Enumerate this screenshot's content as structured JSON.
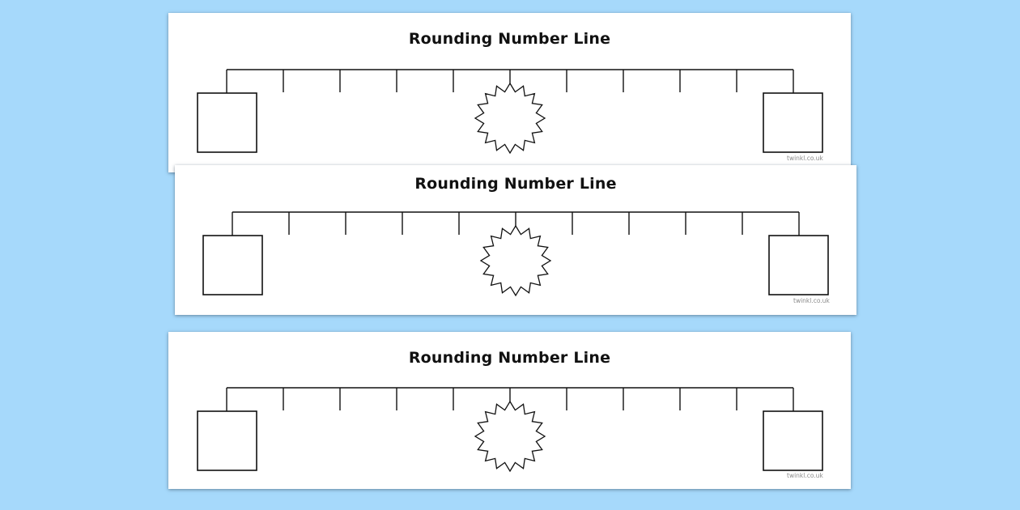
{
  "strips": [
    {
      "title": "Rounding Number Line",
      "brand": "twinkl.co.uk"
    },
    {
      "title": "Rounding Number Line",
      "brand": "twinkl.co.uk"
    },
    {
      "title": "Rounding Number Line",
      "brand": "twinkl.co.uk"
    }
  ],
  "number_line": {
    "interior_ticks": 9
  },
  "colors": {
    "background": "#a6d9fb",
    "card": "#ffffff",
    "ink": "#111111",
    "brand": "#8a8a8a"
  }
}
